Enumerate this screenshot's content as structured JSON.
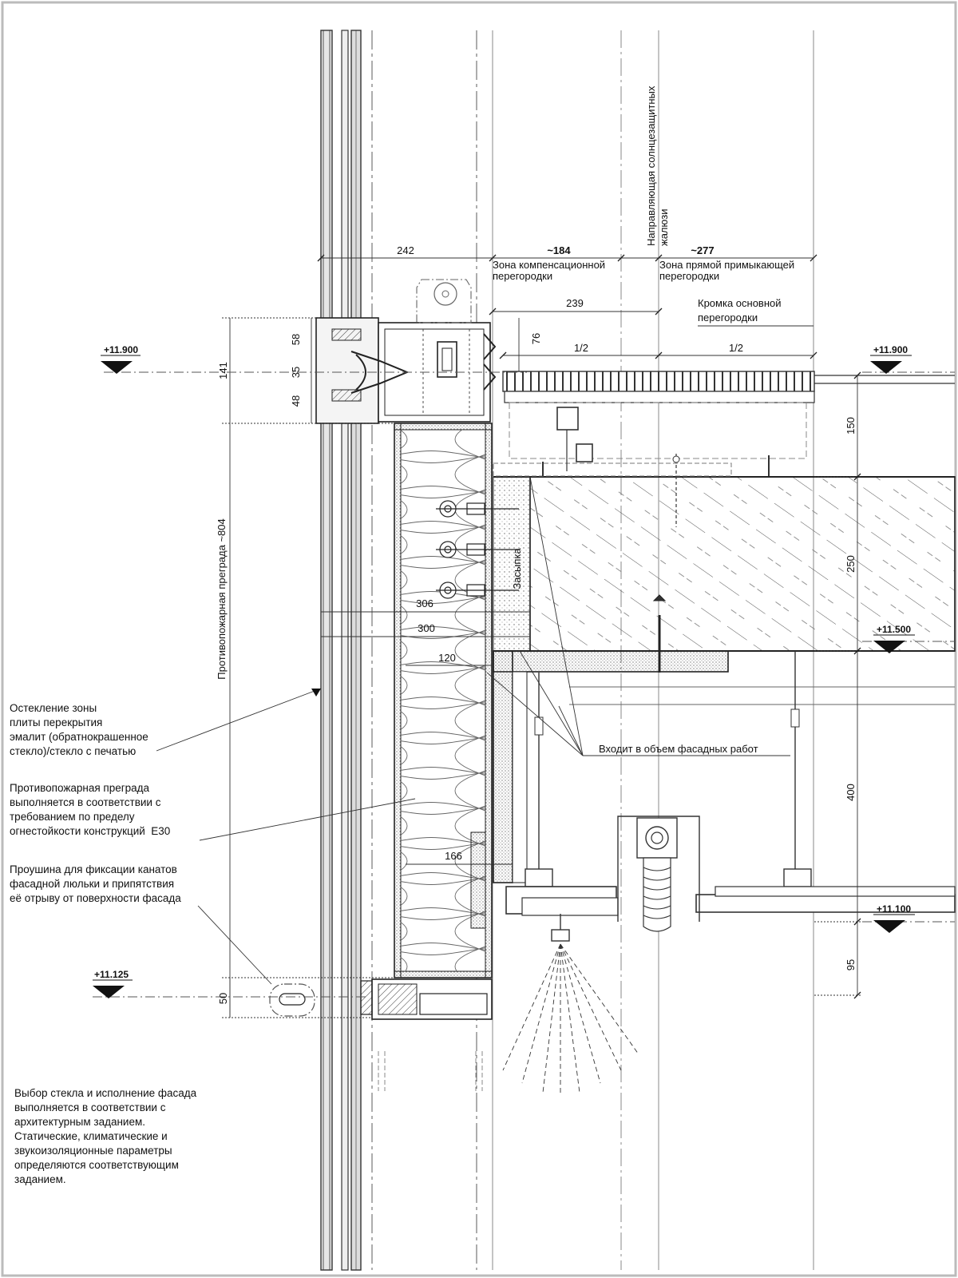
{
  "levels": {
    "l11900_left": "+11.900",
    "l11900_right": "+11.900",
    "l11500": "+11.500",
    "l11100": "+11.100",
    "l11125": "+11.125"
  },
  "dimensions": {
    "d242": "242",
    "d184": "~184",
    "d277": "~277",
    "d239": "239",
    "d76": "76",
    "half_a": "1/2",
    "half_b": "1/2",
    "d58": "58",
    "d35": "35",
    "d48": "48",
    "d141": "141",
    "d150": "150",
    "d250": "250",
    "d400": "400",
    "d95": "95",
    "d306": "306",
    "d300": "300",
    "d120": "120",
    "d166": "166",
    "d50": "50"
  },
  "labels": {
    "zone_comp_1": "Зона компенсационной",
    "zone_comp_2": "перегородки",
    "zone_direct_1": "Зона прямой  примыкающей",
    "zone_direct_2": "перегородки",
    "edge_1": "Кромка основной",
    "edge_2": "перегородки",
    "sun_guide_1": "Направляющая солнцезащитных",
    "sun_guide_2": "жалюзи",
    "fire_barrier_vertical": "Противопожарная преграда  ~804",
    "backfill": "Засыпка",
    "facade_scope": "Входит в объем фасадных работ"
  },
  "notes": {
    "glazing": "Остекление зоны\nплиты перекрытия\nэмалит (обратнокрашенное\nстекло)/стекло с печатью",
    "fire_barrier": "Противопожарная преграда\nвыполняется в соответствии с\nтребованием по пределу\nогнестойкости конструкций  E30",
    "lug": "Проушина для фиксации канатов\nфасадной люльки и припятствия\nеё отрыву от поверхности фасада",
    "general": "Выбор стекла и исполнение фасада\nвыполняется в соответствии с\nархитектурным заданием.\nСтатические, климатические и\nзвукоизоляционные параметры\nопределяются соответствующим\nзаданием."
  }
}
